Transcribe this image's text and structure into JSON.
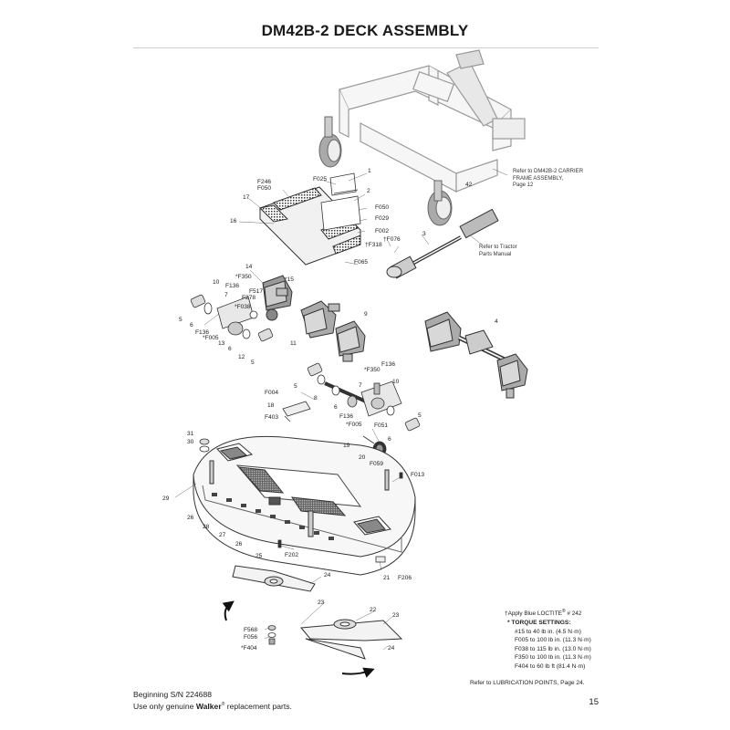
{
  "page": {
    "title": "DM42B-2 DECK ASSEMBLY",
    "page_number": "15"
  },
  "notes": {
    "carrier_ref": [
      "Refer to DM42B-2 CARRIER",
      "FRAME ASSEMBLY,",
      "Page 12"
    ],
    "tractor_ref": [
      "Refer to Tractor",
      "Parts Manual"
    ],
    "loctite": "Apply Blue LOCTITE",
    "loctite_number": "# 242",
    "loctite_symbol": "†",
    "loctite_reg": "®",
    "torque_symbol": "*",
    "torque_header": "TORQUE SETTINGS:",
    "torque_rows": [
      "#15 to 40 lb in. (4.5 N·m)",
      "F005 to 100 lb in. (11.3 N·m)",
      "F038 to 115 lb in. (13.0 N·m)",
      "F350 to 100 lb in. (11.3 N·m)",
      "F404 to 60 lb ft (81.4 N·m)"
    ],
    "lubrication": "Refer to LUBRICATION POINTS, Page 24."
  },
  "footer": {
    "serial": "Beginning S/N 224688",
    "genuine_prefix": "Use only genuine",
    "brand": "Walker",
    "brand_reg": "®",
    "genuine_suffix": "replacement parts."
  },
  "frame_label": "42",
  "callouts": [
    {
      "id": "c1",
      "text": "1"
    },
    {
      "id": "c2",
      "text": "2"
    },
    {
      "id": "cF025",
      "text": "F025"
    },
    {
      "id": "cF246",
      "text": "F246"
    },
    {
      "id": "cF050a",
      "text": "F050"
    },
    {
      "id": "c17",
      "text": "17"
    },
    {
      "id": "c16",
      "text": "16"
    },
    {
      "id": "cF050b",
      "text": "F050"
    },
    {
      "id": "cF029",
      "text": "F029"
    },
    {
      "id": "cF002",
      "text": "F002"
    },
    {
      "id": "cF076",
      "text": "†F076"
    },
    {
      "id": "cF318",
      "text": "†F318"
    },
    {
      "id": "c3",
      "text": "3"
    },
    {
      "id": "cF065",
      "text": "F065"
    },
    {
      "id": "c14",
      "text": "14"
    },
    {
      "id": "cF350a",
      "text": "*F350"
    },
    {
      "id": "c15",
      "text": "*15"
    },
    {
      "id": "c10a",
      "text": "10"
    },
    {
      "id": "cF136a",
      "text": "F136"
    },
    {
      "id": "cF517",
      "text": "F517"
    },
    {
      "id": "c7a",
      "text": "7"
    },
    {
      "id": "cF278",
      "text": "F278"
    },
    {
      "id": "cF038",
      "text": "*F038"
    },
    {
      "id": "c5a",
      "text": "5"
    },
    {
      "id": "c6a",
      "text": "6"
    },
    {
      "id": "cF136b",
      "text": "F136"
    },
    {
      "id": "cF005a",
      "text": "*F005"
    },
    {
      "id": "c13",
      "text": "13"
    },
    {
      "id": "c6b",
      "text": "6"
    },
    {
      "id": "c12",
      "text": "12"
    },
    {
      "id": "c5b",
      "text": "5"
    },
    {
      "id": "c11",
      "text": "11"
    },
    {
      "id": "c9",
      "text": "9"
    },
    {
      "id": "c4",
      "text": "4"
    },
    {
      "id": "cF350b",
      "text": "*F350"
    },
    {
      "id": "cF136c",
      "text": "F136"
    },
    {
      "id": "c10b",
      "text": "10"
    },
    {
      "id": "c7b",
      "text": "7"
    },
    {
      "id": "cF004",
      "text": "F004"
    },
    {
      "id": "c5c",
      "text": "5"
    },
    {
      "id": "c8",
      "text": "8"
    },
    {
      "id": "c6c",
      "text": "6"
    },
    {
      "id": "c18",
      "text": "18"
    },
    {
      "id": "cF403",
      "text": "F403"
    },
    {
      "id": "cF136d",
      "text": "F136"
    },
    {
      "id": "cF005b",
      "text": "*F005"
    },
    {
      "id": "cF051",
      "text": "F051"
    },
    {
      "id": "c5d",
      "text": "5"
    },
    {
      "id": "c6d",
      "text": "6"
    },
    {
      "id": "c31",
      "text": "31"
    },
    {
      "id": "c30",
      "text": "30"
    },
    {
      "id": "c19",
      "text": "19"
    },
    {
      "id": "c20",
      "text": "20"
    },
    {
      "id": "cF059",
      "text": "F059"
    },
    {
      "id": "cF013",
      "text": "F013"
    },
    {
      "id": "c29",
      "text": "29"
    },
    {
      "id": "c26a",
      "text": "26"
    },
    {
      "id": "c28",
      "text": "28"
    },
    {
      "id": "c27",
      "text": "27"
    },
    {
      "id": "c26b",
      "text": "26"
    },
    {
      "id": "c25",
      "text": "25"
    },
    {
      "id": "cF202",
      "text": "F202"
    },
    {
      "id": "c21",
      "text": "21"
    },
    {
      "id": "cF206",
      "text": "F206"
    },
    {
      "id": "c24a",
      "text": "24"
    },
    {
      "id": "c23a",
      "text": "23"
    },
    {
      "id": "c22",
      "text": "22"
    },
    {
      "id": "c23b",
      "text": "23"
    },
    {
      "id": "cF568",
      "text": "F568"
    },
    {
      "id": "cF056",
      "text": "F056"
    },
    {
      "id": "cF404",
      "text": "*F404"
    },
    {
      "id": "c24b",
      "text": "24"
    }
  ]
}
